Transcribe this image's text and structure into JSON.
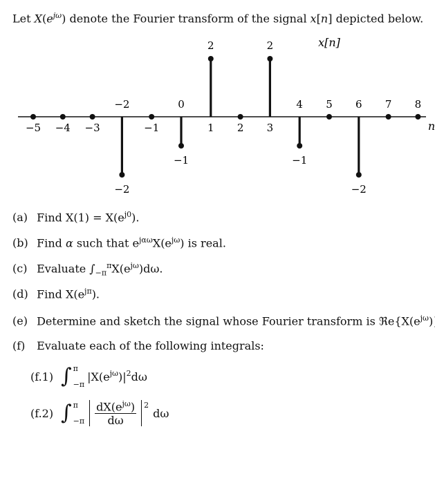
{
  "intro": {
    "t1": "Let ",
    "t2": " denote the Fourier transform of the signal ",
    "t3": " depicted below."
  },
  "chart_data": {
    "type": "stem",
    "title": "x[n]",
    "xlabel": "n",
    "x": [
      -5,
      -4,
      -3,
      -2,
      -1,
      0,
      1,
      2,
      3,
      4,
      5,
      6,
      7,
      8
    ],
    "y": [
      0,
      0,
      0,
      -2,
      0,
      -1,
      2,
      0,
      2,
      -1,
      0,
      -2,
      0,
      0
    ],
    "xlim": [
      -5.5,
      8.5
    ],
    "ylim": [
      -2.5,
      2.5
    ],
    "grid": false,
    "value_labels": [
      "2",
      "2",
      "-1",
      "-1",
      "-2",
      "-2"
    ]
  },
  "questions": {
    "a": {
      "label": "(a)",
      "text": "Find X(1) = X(e",
      "sup": "j0",
      "end": ")."
    },
    "b": {
      "label": "(b)",
      "t1": "Find ",
      "alpha": "α",
      "t2": " such that e",
      "sup": "jαω",
      "t3": "X(e",
      "sup2": "jω",
      "t4": ") is real."
    },
    "c": {
      "label": "(c)",
      "t1": "Evaluate ",
      "upper": "π",
      "lower": "−π",
      "t2": "X(e",
      "sup": "jω",
      "t3": ")dω."
    },
    "d": {
      "label": "(d)",
      "t1": "Find X(e",
      "sup": "jπ",
      "t2": ")."
    },
    "e": {
      "label": "(e)",
      "t1": "Determine and sketch the signal whose Fourier transform is ",
      "re": "ℜe",
      "t2": "{X(e",
      "sup": "jω",
      "t3": ")}."
    },
    "f": {
      "label": "(f)",
      "text": "Evaluate each of the following integrals:"
    },
    "f1": {
      "label": "(f.1)",
      "upper": "π",
      "lower": "−π",
      "body": "|X(e",
      "sup": "jω",
      "end": ")|",
      "pow": "2",
      "dw": "dω"
    },
    "f2": {
      "label": "(f.2)",
      "upper": "π",
      "lower": "−π",
      "num": "dX(e",
      "numsup": "jω",
      "numend": ")",
      "den": "dω",
      "pow": "2",
      "dw": "dω"
    }
  }
}
